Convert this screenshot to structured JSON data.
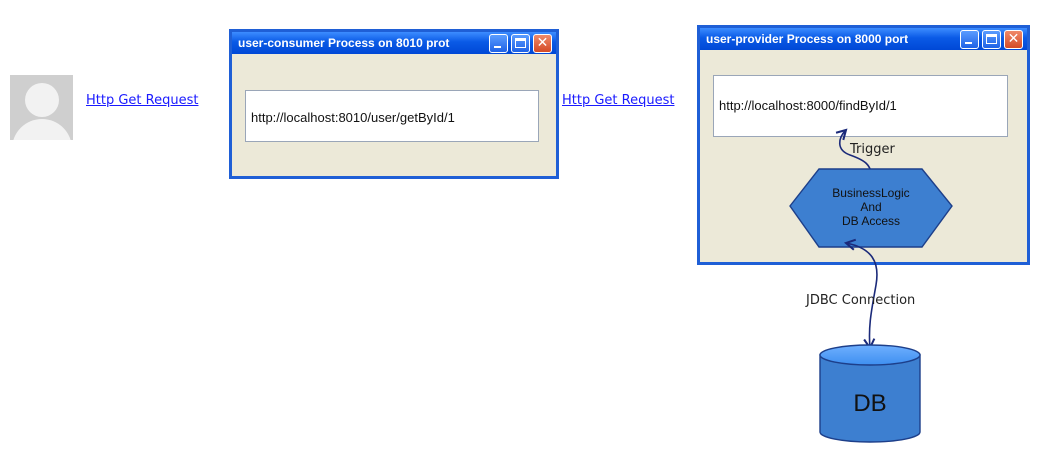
{
  "client": {
    "request_link_1": "Http Get Request",
    "request_link_2": "Http Get Request"
  },
  "consumer_window": {
    "title": "user-consumer Process on 8010 prot",
    "url": "http://localhost:8010/user/getById/1"
  },
  "provider_window": {
    "title": "user-provider Process on 8000 port",
    "url": "http://localhost:8000/findById/1"
  },
  "trigger_label": "Trigger",
  "logic_node": {
    "line1": "BusinessLogic",
    "line2": "And",
    "line3": "DB Access"
  },
  "connection_label": "JDBC Connection",
  "database_label": "DB",
  "icons": [
    "user-avatar-icon",
    "minimize-icon",
    "maximize-icon",
    "close-icon"
  ],
  "colors": {
    "window_border": "#1f5fd6",
    "window_body": "#ece9d8",
    "link": "#1a1aff",
    "node_fill": "#3d7fd0",
    "connector": "#1b2a7a"
  }
}
